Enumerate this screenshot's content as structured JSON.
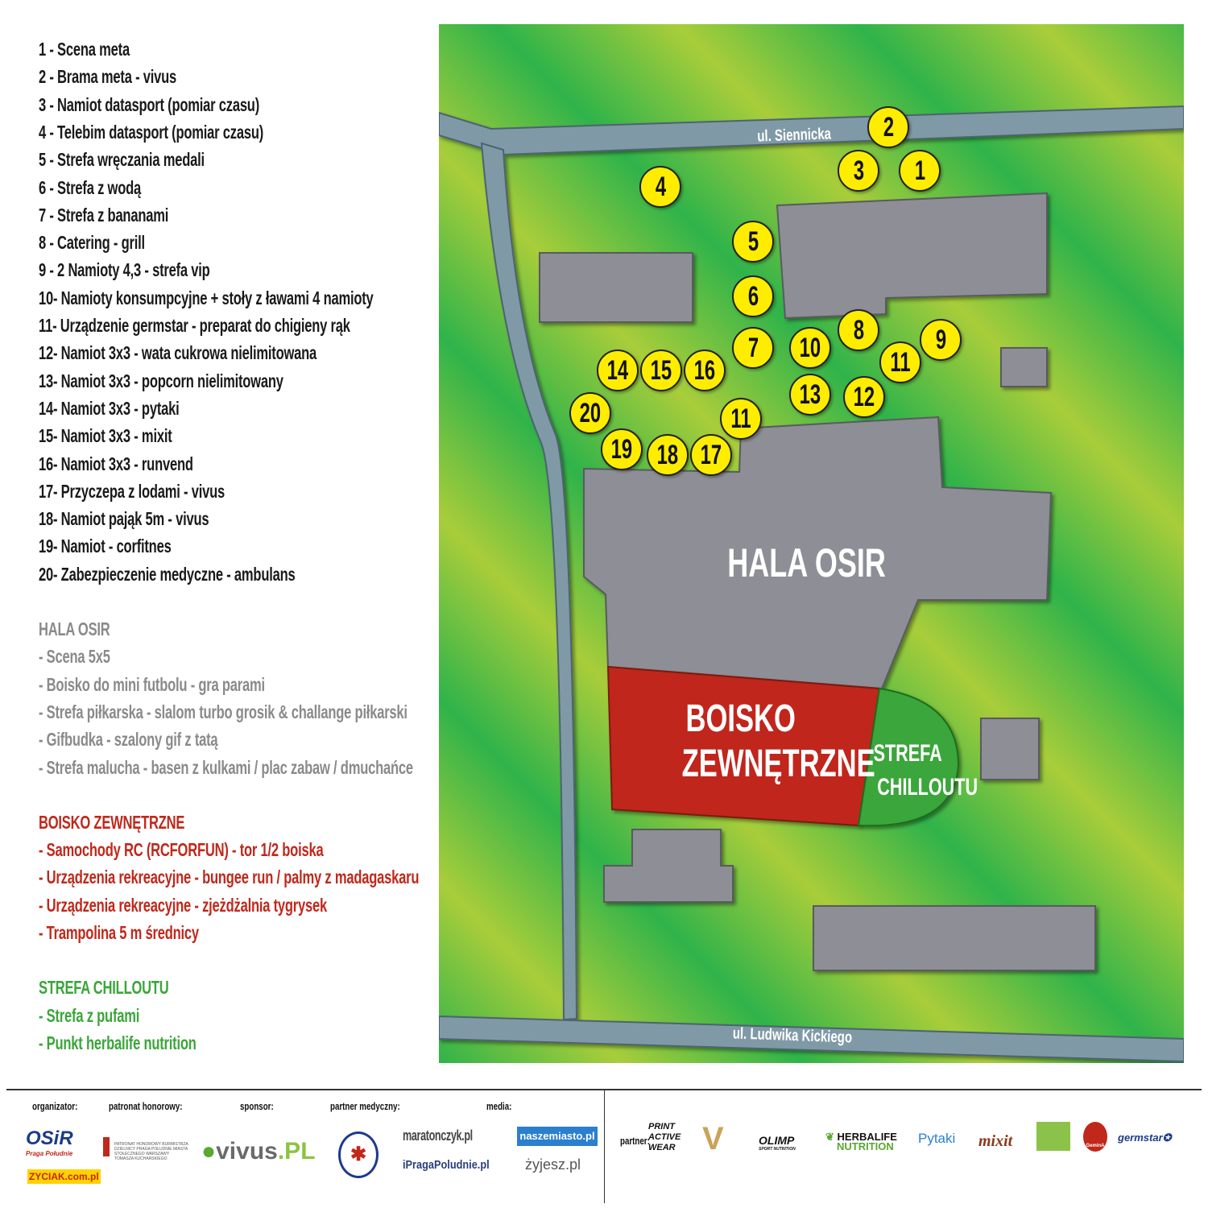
{
  "legend": {
    "points": [
      "1  - Scena meta",
      "2  - Brama meta - vivus",
      "3  - Namiot datasport (pomiar czasu)",
      "4  - Telebim datasport (pomiar czasu)",
      "5  - Strefa wręczania medali",
      "6  - Strefa z wodą",
      "7  - Strefa z bananami",
      "8  - Catering - grill",
      "9  - 2 Namioty 4,3 - strefa vip",
      "10- Namioty konsumpcyjne    +  stoły z ławami 4 namioty",
      "11- Urządzenie germstar - preparat do chigieny rąk",
      "12- Namiot 3x3 - wata cukrowa nielimitowana",
      "13- Namiot 3x3 - popcorn nielimitowany",
      "14- Namiot 3x3 - pytaki",
      "15- Namiot 3x3 - mixit",
      "16- Namiot 3x3 - runvend",
      "17- Przyczepa z lodami - vivus",
      "18- Namiot pająk 5m - vivus",
      "19- Namiot - corfitnes",
      "20- Zabezpieczenie medyczne - ambulans"
    ],
    "hala": {
      "title": "HALA OSIR",
      "items": [
        "-  Scena 5x5",
        "-  Boisko do mini futbolu - gra parami",
        "-  Strefa piłkarska - slalom turbo grosik & challange piłkarski",
        "-  Gifbudka - szalony gif z tatą",
        "-  Strefa malucha - basen z kulkami / plac zabaw / dmuchańce"
      ]
    },
    "boisko": {
      "title": "BOISKO ZEWNĘTRZNE",
      "items": [
        "-  Samochody RC (RCFORFUN) - tor 1/2 boiska",
        "-  Urządzenia rekreacyjne - bungee run / palmy z madagaskaru",
        "-  Urządzenia rekreacyjne - zjeżdżalnia tygrysek",
        "-  Trampolina 5 m średnicy"
      ]
    },
    "chill": {
      "title": "STREFA CHILLOUTU",
      "items": [
        "-  Strefa z pufami",
        "-  Punkt herbalife nutrition"
      ]
    }
  },
  "map": {
    "roads": {
      "top": "ul. Siennicka",
      "bottom": "ul. Ludwika Kickiego"
    },
    "hala": "HALA OSIR",
    "boisko1": "BOISKO",
    "boisko2": "ZEWNĘTRZNE",
    "chill1": "STREFA",
    "chill2": "CHILLOUTU",
    "pins": [
      "2",
      "3",
      "1",
      "4",
      "5",
      "6",
      "7",
      "10",
      "8",
      "9",
      "11",
      "13",
      "12",
      "14",
      "15",
      "16",
      "20",
      "11",
      "19",
      "18",
      "17"
    ]
  },
  "colors": {
    "pin": "#ffed00",
    "building": "#8e8e96",
    "boisko": "#c0281b",
    "chill": "#3aa63a",
    "road": "#7f9aa6"
  },
  "footer": {
    "labels": {
      "organizer": "organizator:",
      "patron": "patronat honorowy:",
      "sponsor": "sponsor:",
      "medical": "partner medyczny:",
      "media": "media:",
      "partner": "partner:"
    },
    "logos": {
      "osir": "OSiR",
      "osir_sub": "Praga Południe",
      "zyciak": "ZYCIAK.com.pl",
      "patron_text": "PATRONAT HONOROWY BURMISTRZA DZIELNICY PRAGA POŁUDNIE MIASTA STOŁECZNEGO WARSZAWY TOMASZA KUCHARSKIEGO",
      "vivus": "vivus",
      "vivus_pl": ".PL",
      "maratonczyk": "maratonczyk.pl",
      "naszemiasto": "naszemiasto.pl",
      "pragapoludnie": "iPragaPoludnie.pl",
      "zyjesz": "żyjesz.pl",
      "printactive": "PRINT ACTIVE WEAR",
      "olimp": "OLIMP",
      "olimp_sub": "SPORT NUTRITION",
      "herbalife1": "HERBALIFE",
      "herbalife2": "NUTRITION",
      "pytaki": "Pytaki",
      "mixit": "mixit",
      "gemini": "GeminA",
      "germstar": "germstar"
    }
  }
}
